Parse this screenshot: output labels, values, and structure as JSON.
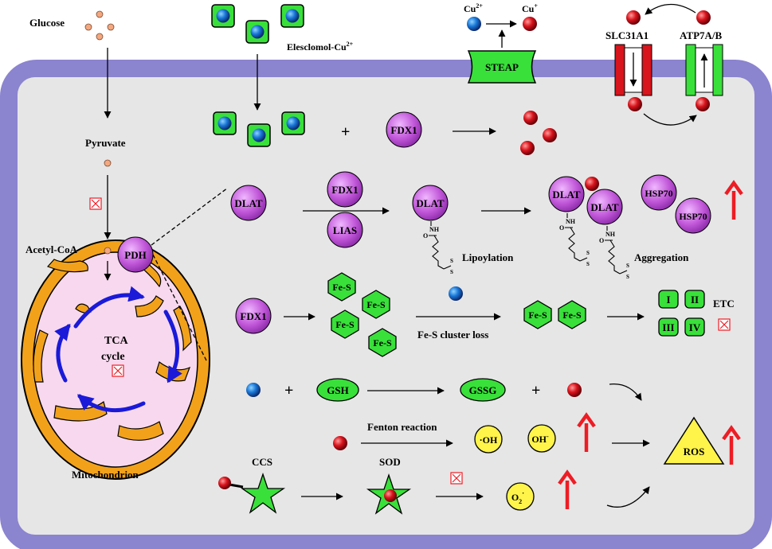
{
  "outside": {
    "glucose": "Glucose",
    "elesclomol": "Elesclomol-Cu",
    "elesclomol_sup": "2+",
    "cu2": "Cu",
    "cu2_sup": "2+",
    "cu1": "Cu",
    "cu1_sup": "+",
    "steap": "STEAP",
    "slc31a1": "SLC31A1",
    "atp7ab": "ATP7A/B"
  },
  "left": {
    "pyruvate": "Pyruvate",
    "acetyl_coa": "Acetyl-CoA",
    "pdh": "PDH",
    "tca": "TCA",
    "cycle": "cycle",
    "mitochondrion": "Mitochondrion"
  },
  "row1": {
    "fdx1": "FDX1"
  },
  "row2": {
    "dlat": "DLAT",
    "fdx1": "FDX1",
    "lias": "LIAS",
    "lipoylation": "Lipoylation",
    "aggregation": "Aggregation",
    "hsp70": "HSP70",
    "o": "O",
    "nh": "NH",
    "s": "S"
  },
  "row3": {
    "fdx1": "FDX1",
    "fes": "Fe-S",
    "cluster_loss": "Fe-S cluster loss",
    "etc": "ETC",
    "complexes": [
      "I",
      "II",
      "III",
      "IV"
    ]
  },
  "row4": {
    "gsh": "GSH",
    "gssg": "GSSG",
    "plus": "+"
  },
  "row5": {
    "fenton": "Fenton reaction",
    "oh_radical": "·OH",
    "oh": "OH",
    "oh_sup": "-",
    "ros": "ROS"
  },
  "row6": {
    "ccs": "CCS",
    "sod": "SOD",
    "o2": "O",
    "o2_sub": "2",
    "o2_sup": "·"
  },
  "colors": {
    "membrane": "#8b84cf",
    "cytoplasm": "#e6e6e6",
    "green": "#39e03a",
    "purple": "#c056d8",
    "red_arrow": "#ee1c24",
    "blue_cycle": "#1a1ad8",
    "mito_outer": "#f2a21a",
    "mito_inner": "#f8d8ee",
    "yellow": "#fff44a"
  }
}
